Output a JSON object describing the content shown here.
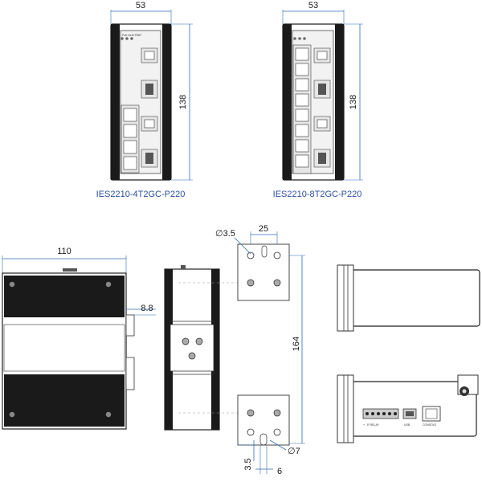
{
  "models": {
    "left": "IES2210-4T2GC-P220",
    "right": "IES2210-8T2GC-P220"
  },
  "dimensions": {
    "front_width_left": "53",
    "front_width_right": "53",
    "front_height_left": "138",
    "front_height_right": "138",
    "side_depth": "110",
    "rail_offset": "8.8",
    "hole_diameter": "∅3.5",
    "hole_spacing": "25",
    "mount_height": "164",
    "slot_width": "∅7",
    "slot_bottom": "3.5",
    "slot_gap": "6"
  },
  "front_panel_label": "PoE ALM PWR",
  "bottom_ports": {
    "power_terminal": "+  -  R  RELAY",
    "usb": "USB",
    "console": "CONSOLE"
  },
  "colors": {
    "dimension_line": "#2f6db5",
    "caption": "#2a4fa0",
    "device_body": "#1a1a1a"
  }
}
